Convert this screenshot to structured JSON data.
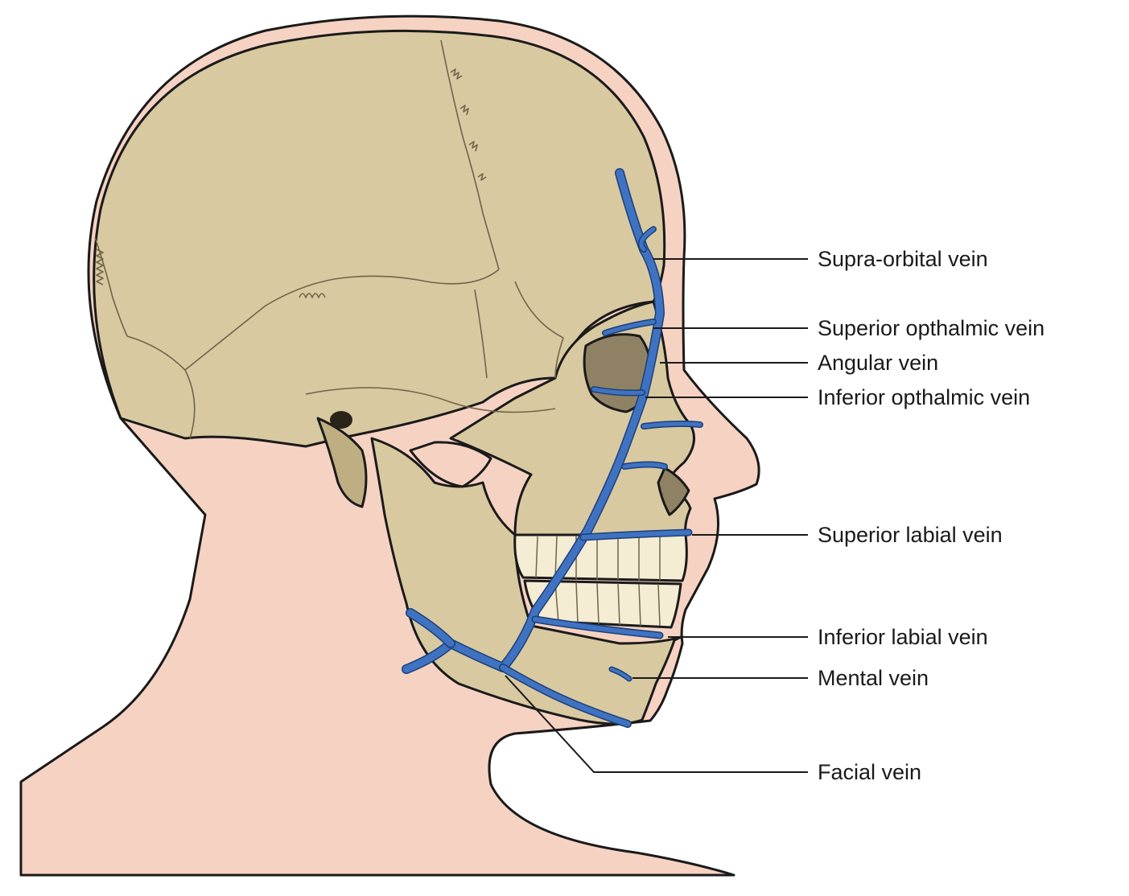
{
  "colors": {
    "skin": "#f6d2c3",
    "bone": "#d8c9a1",
    "bone_shadow": "#bfae82",
    "orbit": "#8f8264",
    "teeth": "#f4ecd3",
    "vein": "#3f73c2",
    "vein_outline": "#1d3f77",
    "line": "#1a1a1a"
  },
  "labels": [
    {
      "id": "supra-orbital",
      "text": "Supra-orbital vein"
    },
    {
      "id": "superior-ophthalmic",
      "text": "Superior opthalmic vein"
    },
    {
      "id": "angular",
      "text": "Angular vein"
    },
    {
      "id": "inferior-ophthalmic",
      "text": "Inferior opthalmic vein"
    },
    {
      "id": "superior-labial",
      "text": "Superior labial vein"
    },
    {
      "id": "inferior-labial",
      "text": "Inferior labial vein"
    },
    {
      "id": "mental",
      "text": "Mental vein"
    },
    {
      "id": "facial",
      "text": "Facial vein"
    }
  ]
}
